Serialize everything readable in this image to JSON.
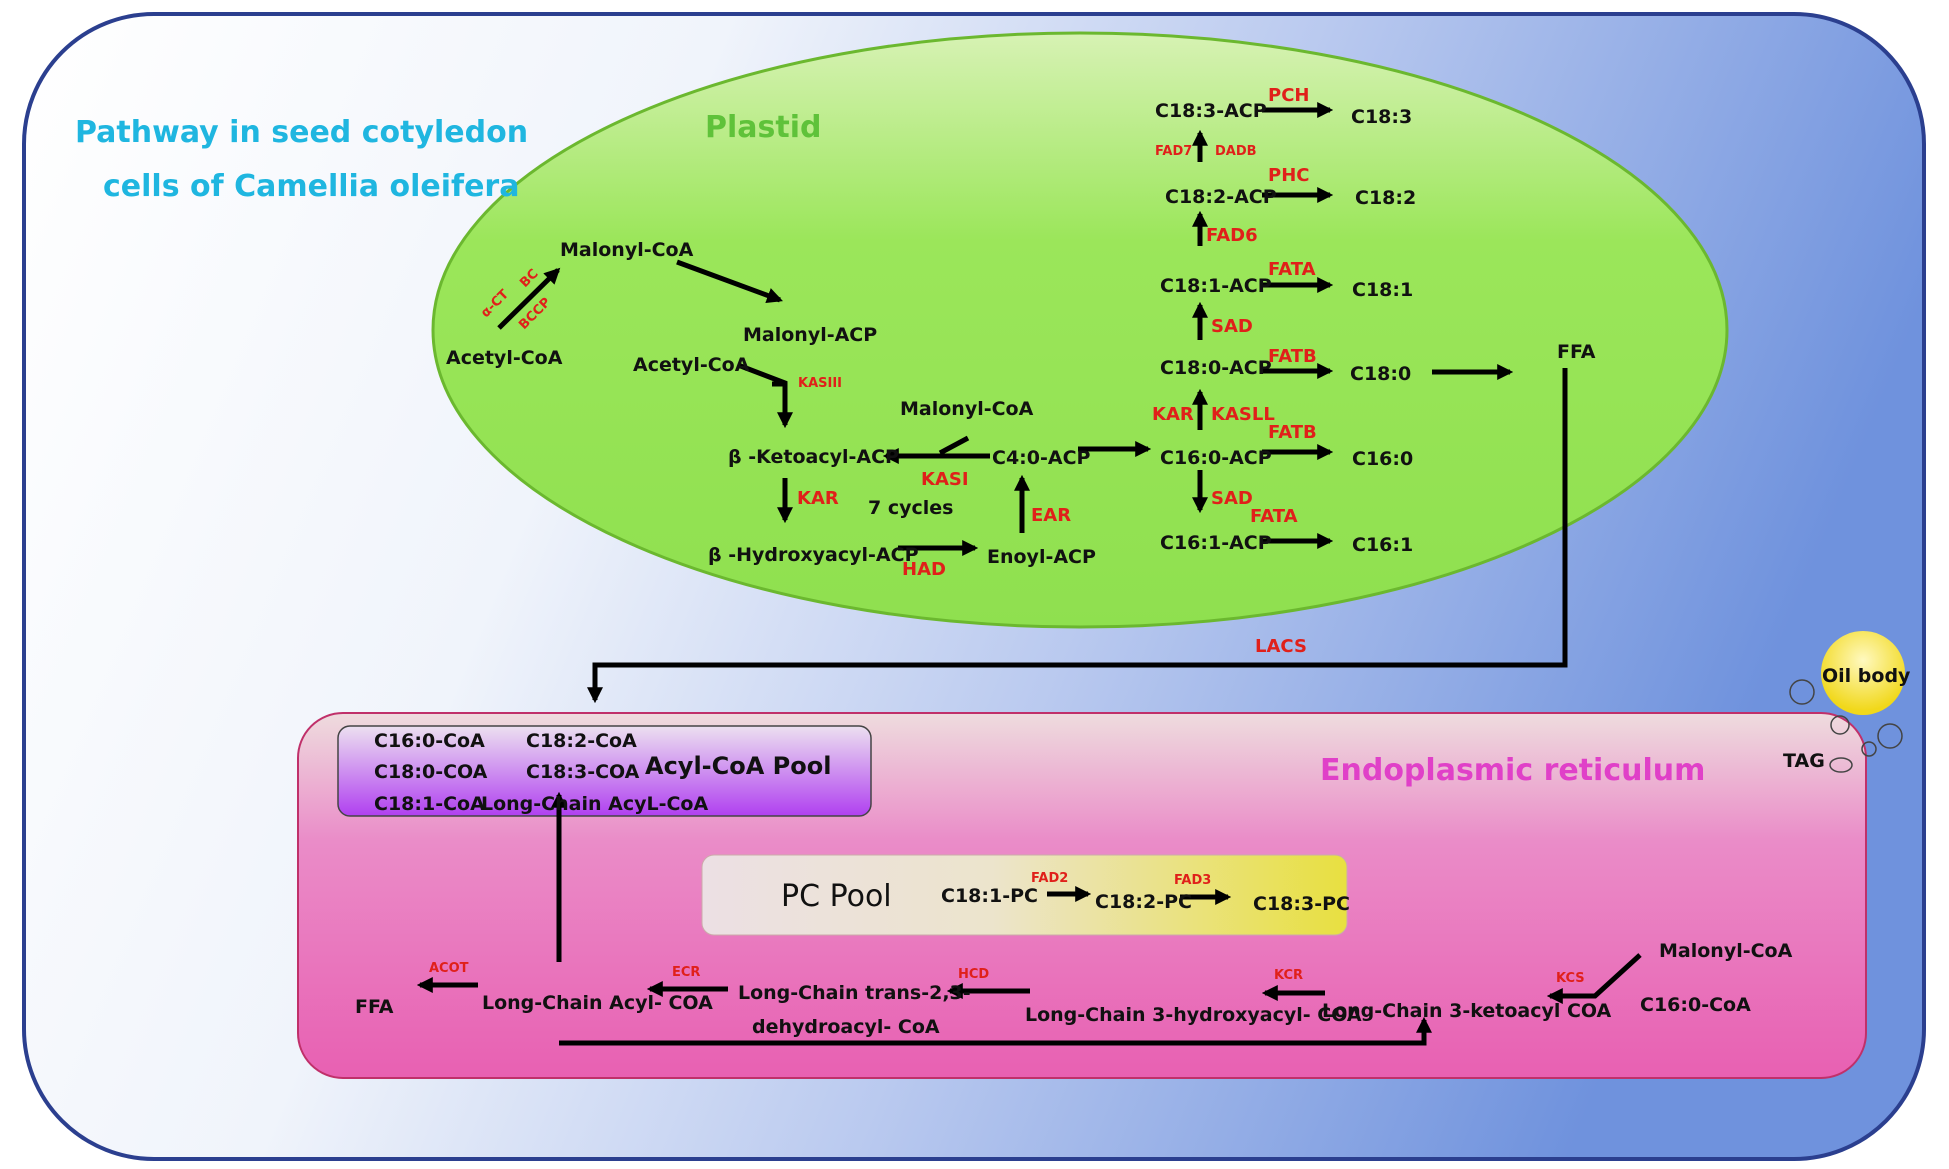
{
  "titles": {
    "pathway_line1": "Pathway in seed cotyledon",
    "pathway_line2": "cells of Camellia oleifera",
    "plastid": "Plastid",
    "er": "Endoplasmic reticulum",
    "oil_body": "Oil body",
    "tag": "TAG"
  },
  "plastid": {
    "acetyl_coa_1": "Acetyl-CoA",
    "malonyl_coa_1": "Malonyl-CoA",
    "malonyl_acp": "Malonyl-ACP",
    "acetyl_coa_2": "Acetyl-CoA",
    "malonyl_coa_2": "Malonyl-CoA",
    "ketoacyl_acp": "β -Ketoacyl-ACP",
    "hydroxyacyl_acp": "β -Hydroxyacyl-ACP",
    "enoyl_acp": "Enoyl-ACP",
    "c4_acp": "C4:0-ACP",
    "seven_cycles": "7 cycles",
    "c16_0_acp": "C16:0-ACP",
    "c16_1_acp": "C16:1-ACP",
    "c18_0_acp": "C18:0-ACP",
    "c18_1_acp": "C18:1-ACP",
    "c18_2_acp": "C18:2-ACP",
    "c18_3_acp": "C18:3-ACP",
    "c18_3": "C18:3",
    "c18_2": "C18:2",
    "c18_1": "C18:1",
    "c18_0": "C18:0",
    "c16_0": "C16:0",
    "c16_1": "C16:1",
    "ffa": "FFA"
  },
  "plastid_enzymes": {
    "a_ct": "α-CT",
    "bc": "BC",
    "bccp": "BCCP",
    "kasiii": "KASIII",
    "kasi": "KASI",
    "kar_1": "KAR",
    "had": "HAD",
    "ear": "EAR",
    "kar_2": "KAR",
    "kasll": "KASLL",
    "sad_1": "SAD",
    "sad_2": "SAD",
    "fad6": "FAD6",
    "fad7": "FAD7",
    "dadb": "DADB",
    "pch": "PCH",
    "phc": "PHC",
    "fata_1": "FATA",
    "fatb_1": "FATB",
    "fatb_2": "FATB",
    "fata_2": "FATA",
    "lacs": "LACS"
  },
  "acyl_pool": {
    "title": "Acyl-CoA Pool",
    "c16_0": "C16:0-CoA",
    "c18_0": "C18:0-COA",
    "c18_1": "C18:1-CoA",
    "c18_2": "C18:2-CoA",
    "c18_3": "C18:3-COA",
    "long_chain": "Long-Chain AcyL-CoA"
  },
  "pc_pool": {
    "title": "PC Pool",
    "c18_1_pc": "C18:1-PC",
    "c18_2_pc": "C18:2-PC",
    "c18_3_pc": "C18:3-PC",
    "fad2": "FAD2",
    "fad3": "FAD3"
  },
  "er_pathway": {
    "malonyl_coa": "Malonyl-CoA",
    "c16_0_coa": "C16:0-CoA",
    "ketoacyl_coa": "Long-Chain 3-ketoacyl COA",
    "hydroxyacyl_coa": "Long-Chain 3-hydroxyacyl- COA",
    "trans_line1": "Long-Chain trans-2,3-",
    "trans_line2": "dehydroacyl- CoA",
    "acyl_coa": "Long-Chain Acyl- COA",
    "ffa": "FFA",
    "kcs": "KCS",
    "kcr": "KCR",
    "hcd": "HCD",
    "ecr": "ECR",
    "acot": "ACOT"
  },
  "colors": {
    "enzyme": "#e0201a",
    "plastid_fill": "#8fe04f",
    "er_fill": "#e866b5",
    "title_cyan": "#1fb6e0"
  }
}
